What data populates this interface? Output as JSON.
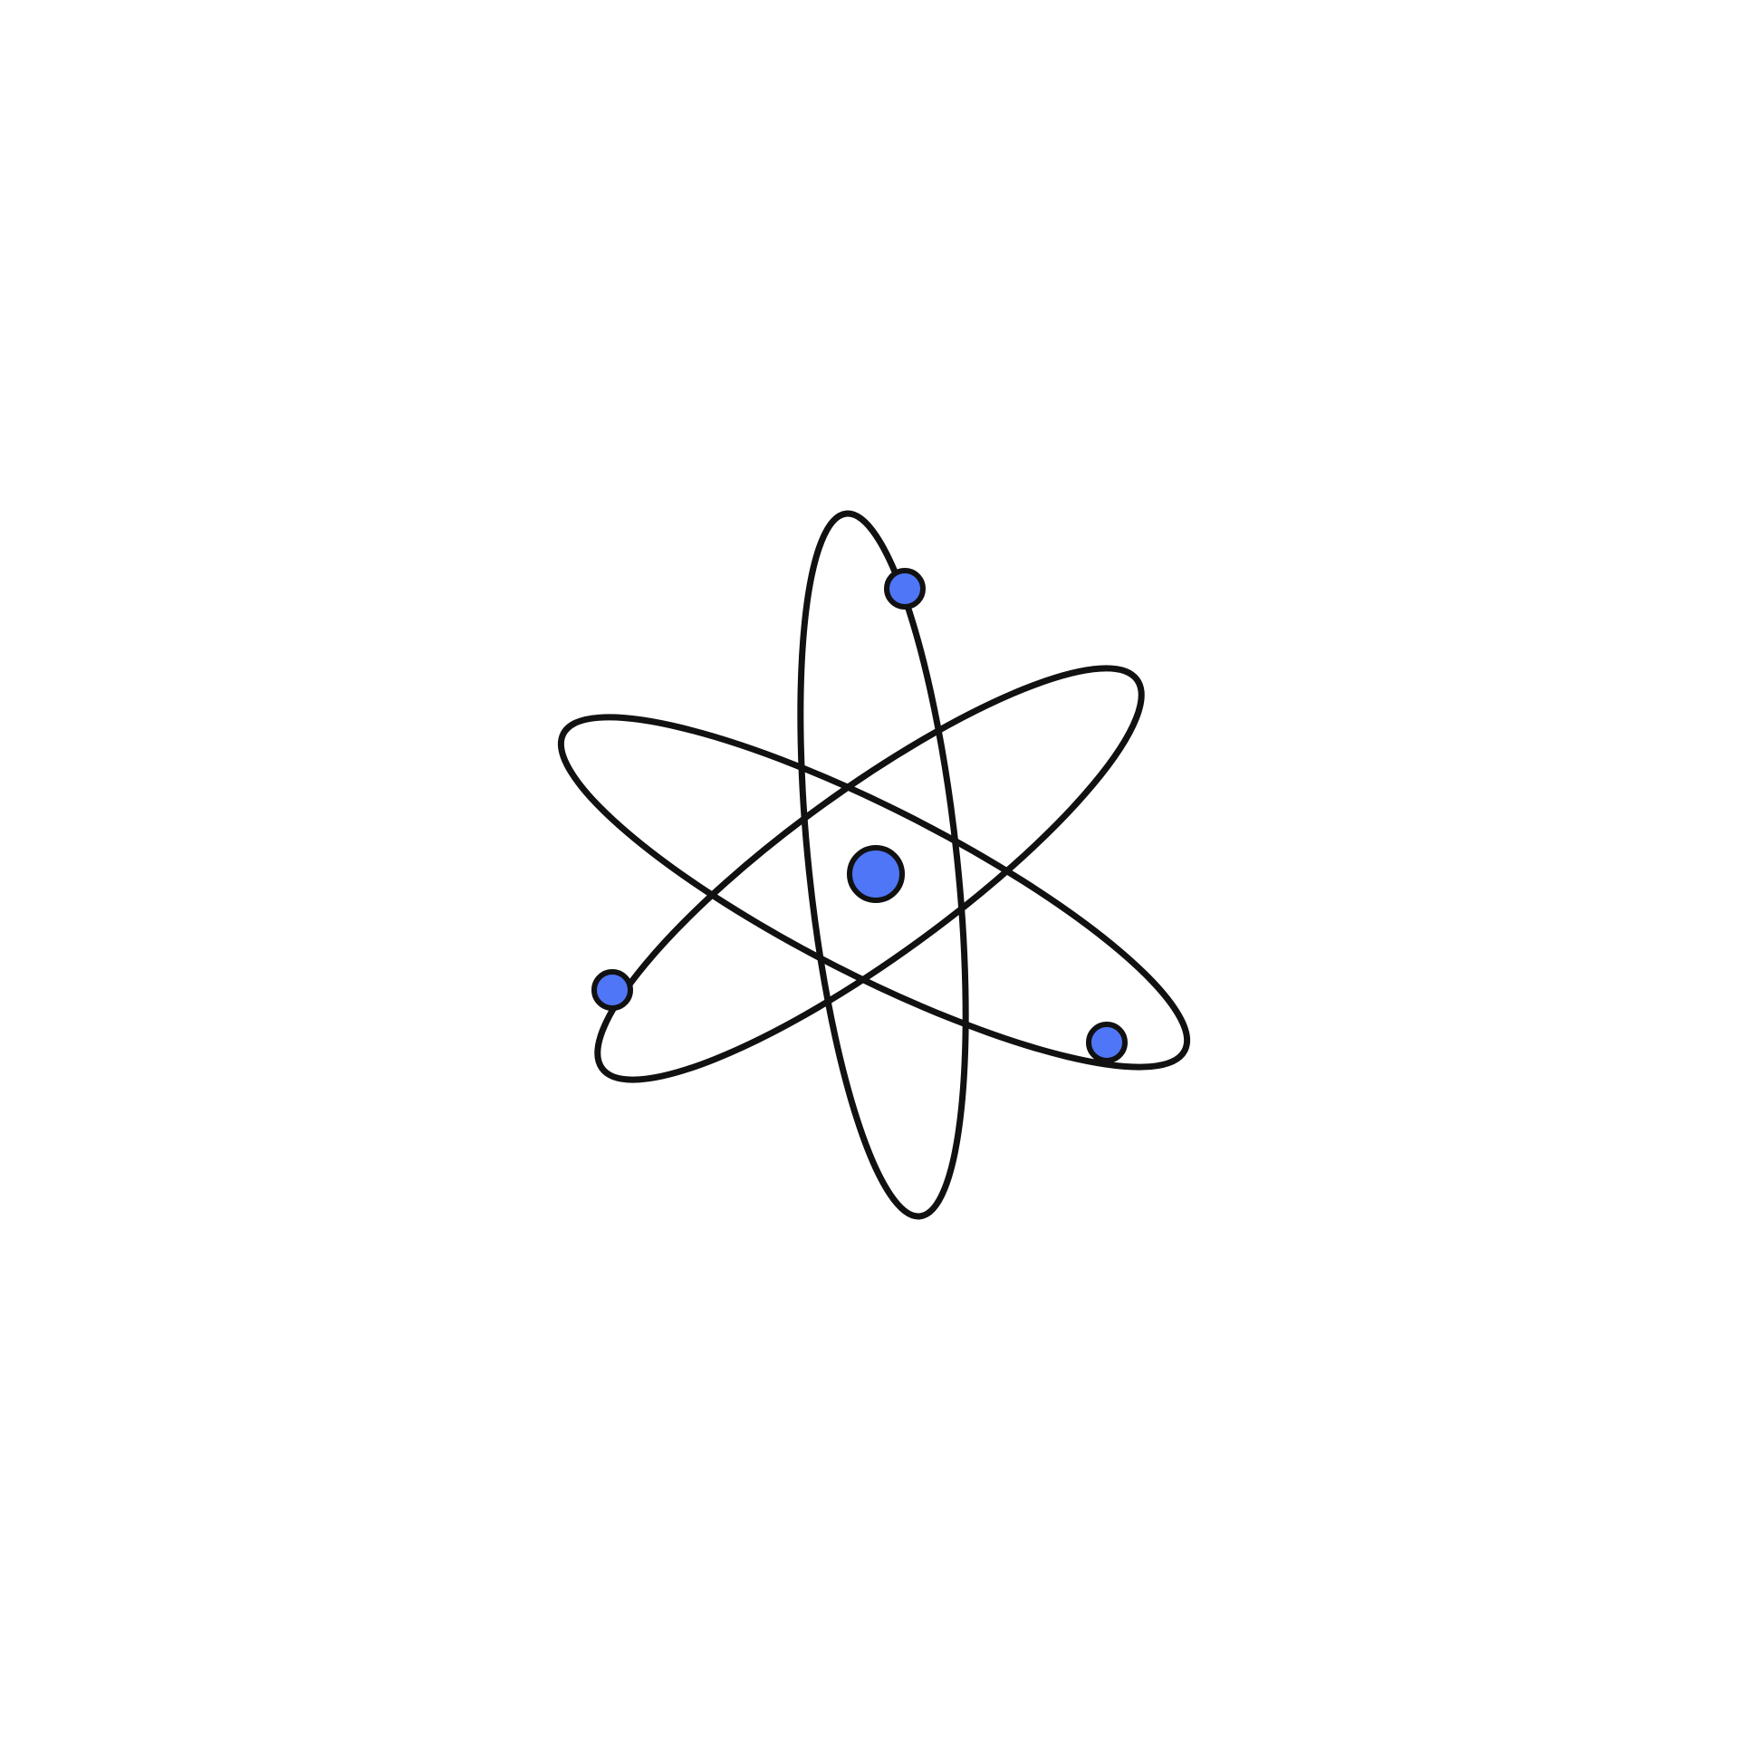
{
  "diagram": {
    "icon": "atom-icon",
    "background_color": "#ffffff",
    "stroke_color": "#111111",
    "particle_color": "#4f76f6",
    "orbit_count": 3,
    "electron_count": 3,
    "nucleus_count": 1
  }
}
